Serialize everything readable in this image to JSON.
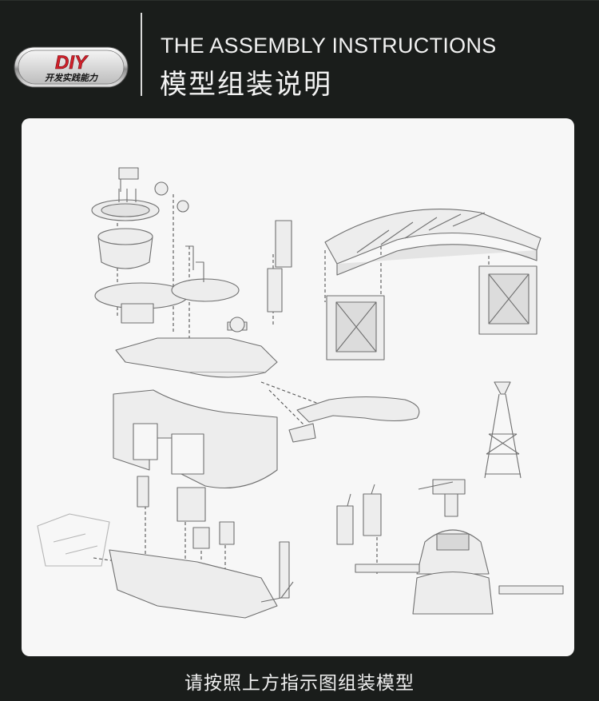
{
  "header": {
    "badge_main": "DIY",
    "badge_sub": "开发实践能力",
    "title_en": "THE ASSEMBLY INSTRUCTIONS",
    "title_cn": "模型组装说明"
  },
  "footer": {
    "caption": "请按照上方指示图组装模型"
  },
  "icons": [
    "diy-badge-icon",
    "assembly-diagram-icon"
  ],
  "colors": {
    "background": "#1a1d1b",
    "panel": "#f7f7f7",
    "badge_red": "#d2202a",
    "text": "#f2f2f2"
  }
}
